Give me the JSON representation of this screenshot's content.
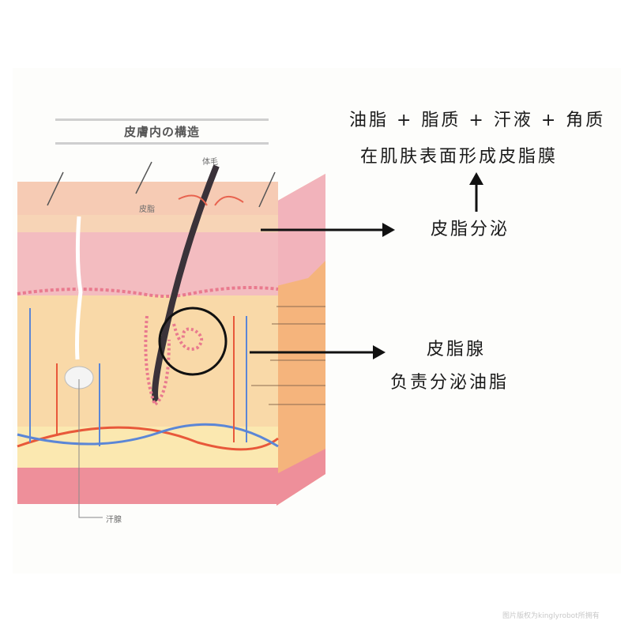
{
  "diagram": {
    "title": "皮膚内の構造",
    "labels": {
      "body_hair": "体毛",
      "sebum": "皮脂",
      "sweat_gland": "汗腺"
    }
  },
  "annotations": {
    "top_line1": "油脂 + 脂质 + 汗液 + 角质",
    "top_line2": "在肌肤表面形成皮脂膜",
    "sebum_secretion": "皮脂分泌",
    "sebaceous_gland": "皮脂腺",
    "sebaceous_desc": "负责分泌油脂"
  },
  "watermark": "图片版权为kinglyrobot所拥有",
  "colors": {
    "skin_surface": "#f6cbb4",
    "epidermis": "#f2b9b9",
    "dermis": "#f9d9a8",
    "side_face": "#f5b47c",
    "subcutis": "#fbe8b0",
    "muscle": "#ee8f9a",
    "artery": "#e8583a",
    "vein": "#5b86d6",
    "arrow": "#111111"
  }
}
